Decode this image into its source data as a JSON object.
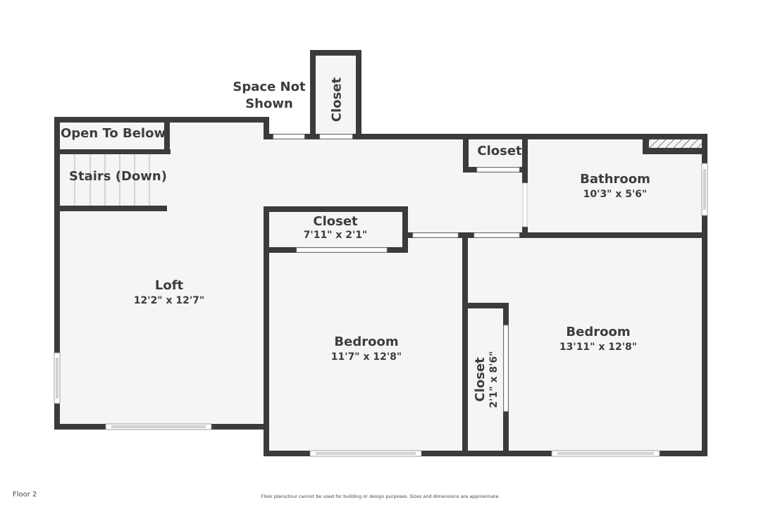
{
  "plan": {
    "floor_label": "Floor 2",
    "disclaimer": "Floor plans/tour cannot be used for building or design purposes. Sizes and dimensions are approximate.",
    "colors": {
      "wall": "#3b3b3b",
      "floor": "#f5f5f5",
      "window": "#ffffff",
      "text": "#3d3d3d"
    },
    "rooms": {
      "open_to_below": {
        "name": "Open To Below"
      },
      "stairs": {
        "name": "Stairs (Down)"
      },
      "space_not_shown": {
        "line1": "Space Not",
        "line2": "Shown"
      },
      "top_closet": {
        "name": "Closet"
      },
      "hall_closet": {
        "name": "Closet"
      },
      "bathroom": {
        "name": "Bathroom",
        "dims": "10'3\" x 5'6\""
      },
      "loft": {
        "name": "Loft",
        "dims": "12'2\" x 12'7\""
      },
      "bedroom1_closet": {
        "name": "Closet",
        "dims": "7'11\" x 2'1\""
      },
      "bedroom1": {
        "name": "Bedroom",
        "dims": "11'7\" x 12'8\""
      },
      "bedroom2_closet": {
        "name": "Closet",
        "dims": "2'1\" x 8'6\""
      },
      "bedroom2": {
        "name": "Bedroom",
        "dims": "13'11\" x 12'8\""
      }
    }
  }
}
